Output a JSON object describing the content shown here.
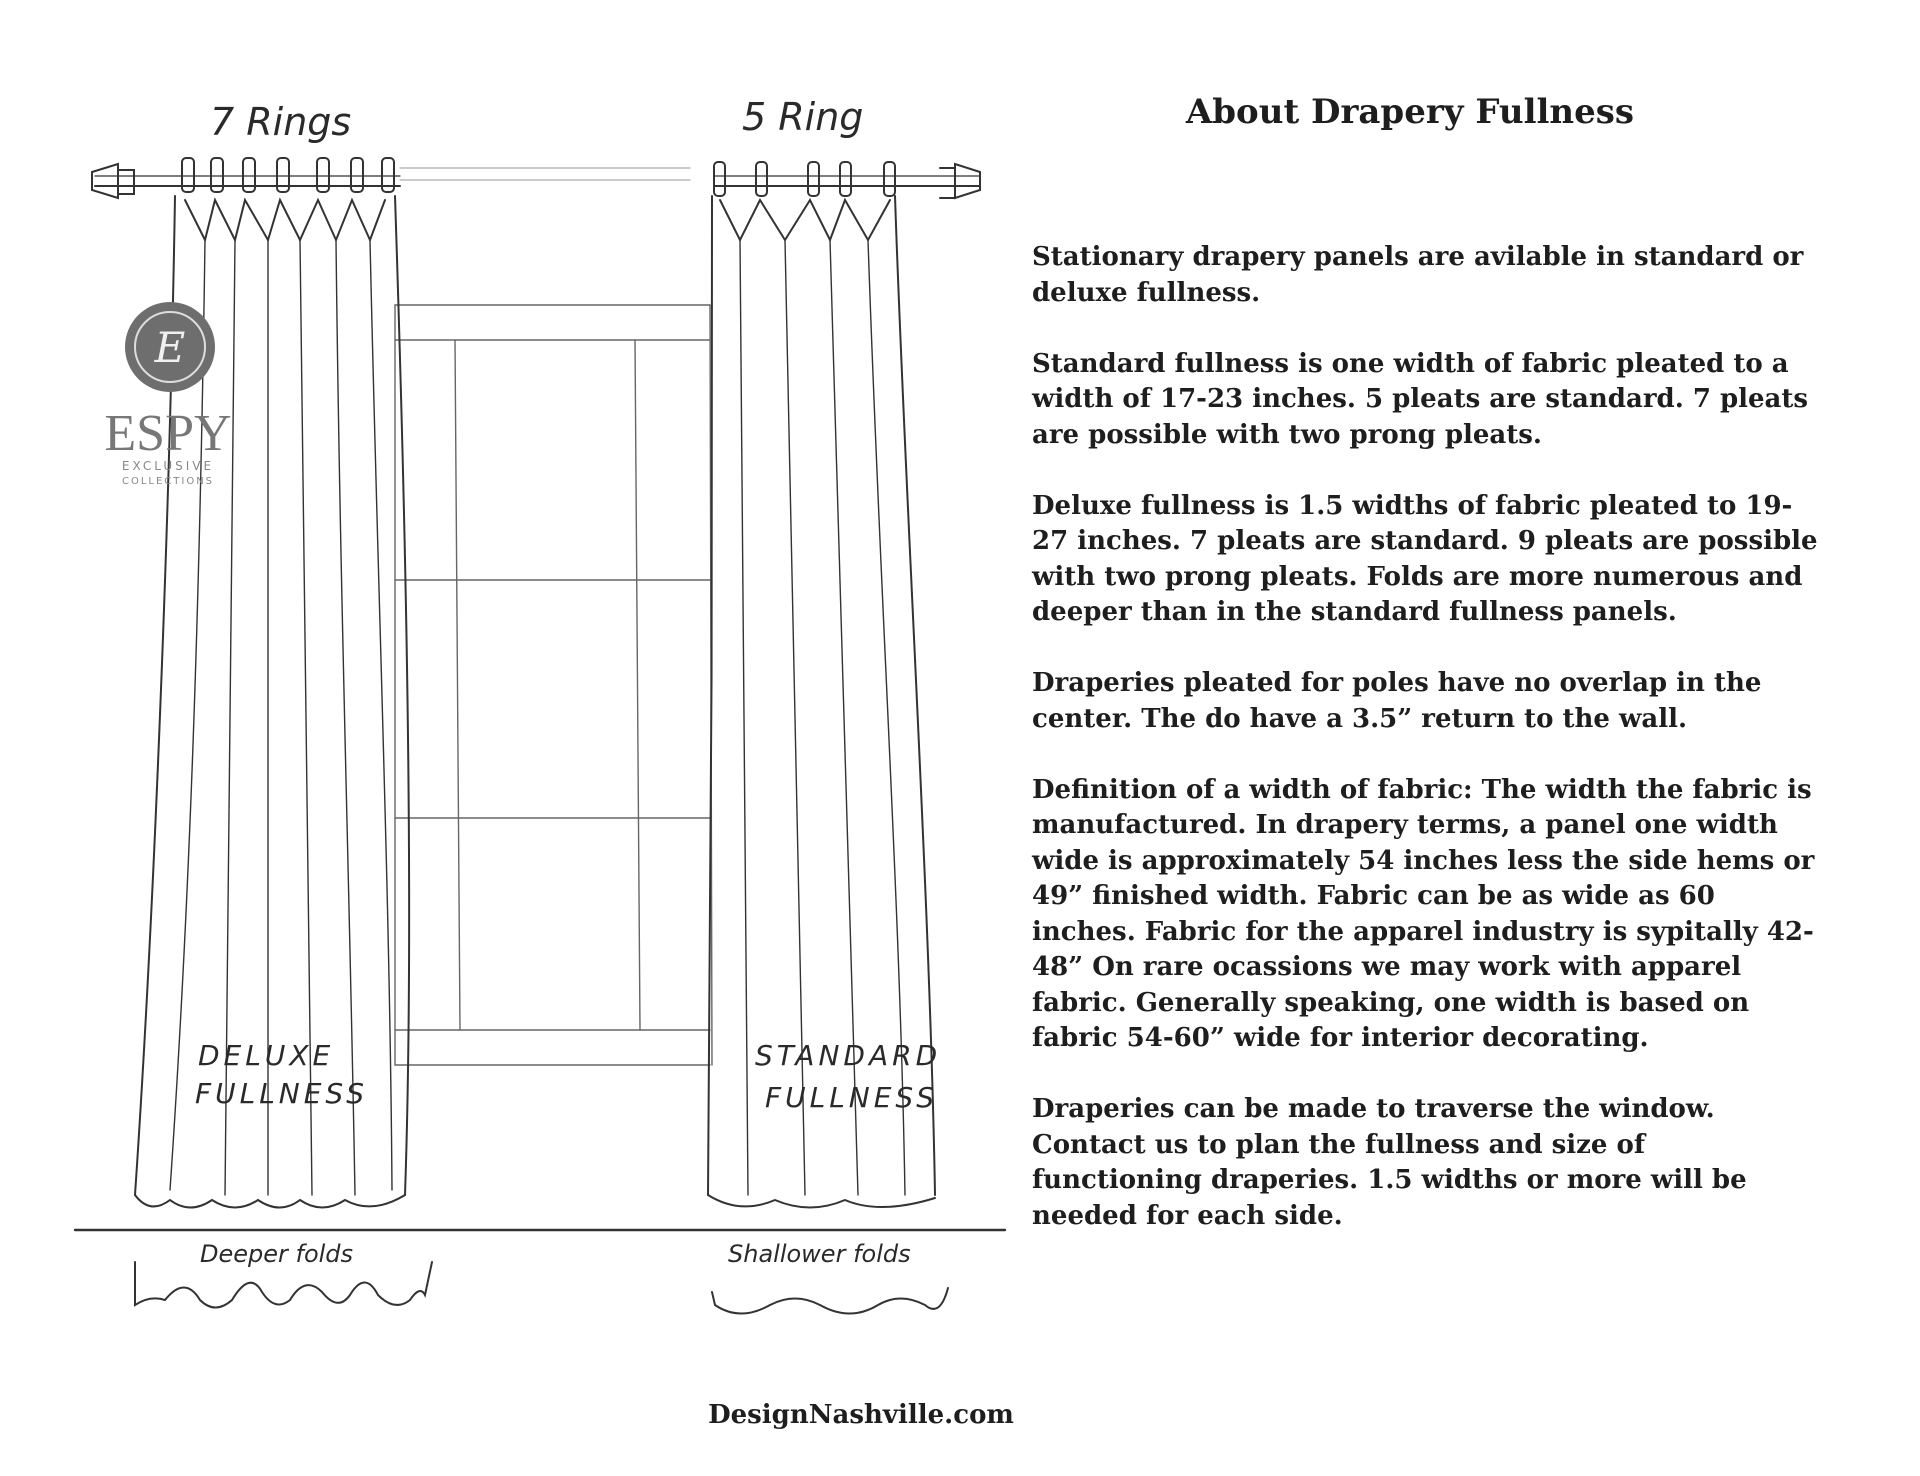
{
  "sketch": {
    "left_rings_label": "7 Rings",
    "right_rings_label": "5 Ring",
    "left_panel_label_line1": "DELUXE",
    "left_panel_label_line2": "FULLNESS",
    "right_panel_label_line1": "STANDARD",
    "right_panel_label_line2": "FULLNESS",
    "left_folds_label": "Deeper folds",
    "right_folds_label": "Shallower folds"
  },
  "logo": {
    "monogram": "E",
    "name": "ESPY",
    "tagline1": "EXCLUSIVE",
    "tagline2": "COLLECTIONS"
  },
  "title": "About Drapery Fullness",
  "paragraphs": [
    "Stationary drapery panels are avilable in standard or deluxe fullness.",
    "Standard fullness is one width of fabric pleated to a width of 17-23 inches. 5 pleats are standard. 7 pleats are possible with two prong pleats.",
    "Deluxe fullness is 1.5 widths of fabric pleated to 19-27 inches.  7 pleats are standard. 9 pleats are possible with two prong pleats. Folds are more numerous and deeper than in the standard fullness panels.",
    "Draperies pleated for poles have no overlap in the center. The do have a 3.5” return to the wall.",
    "Definition of a width of fabric: The width the fabric is manufactured. In drapery terms, a panel one width wide is approximately 54 inches less the side hems or 49” finished width. Fabric can be as wide as 60 inches. Fabric for the apparel industry is sypitally 42-48” On rare ocassions we may work with apparel fabric. Generally speaking, one width is  based on fabric 54-60” wide for interior decorating.",
    "Draperies can be made to traverse the window. Contact us to plan the fullness and size of functioning draperies. 1.5 widths or more will be needed for each side."
  ],
  "footer": "DesignNashville.com"
}
